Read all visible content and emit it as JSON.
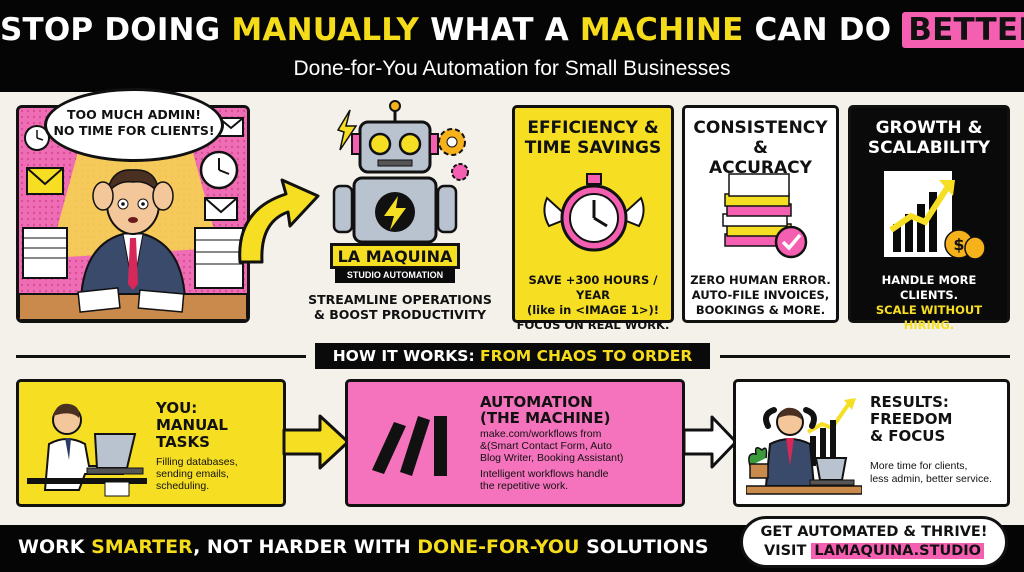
{
  "header": {
    "headline_p1": "STOP DOING ",
    "headline_p2": "MANUALLY",
    "headline_p3": " WHAT A ",
    "headline_p4": "MACHINE",
    "headline_p5": " CAN DO ",
    "headline_p6": "BETTER",
    "subhead": "Done-for-You Automation for Small Businesses"
  },
  "hero": {
    "bubble_line1": "TOO MUCH ADMIN!",
    "bubble_line2": "NO TIME FOR CLIENTS!",
    "brand": "LA MAQUINA",
    "brand_sub": "STUDIO AUTOMATION",
    "caption_line1": "STREAMLINE OPERATIONS",
    "caption_line2": "& BOOST PRODUCTIVITY"
  },
  "benefits": [
    {
      "title_line1": "EFFICIENCY &",
      "title_line2": "TIME SAVINGS",
      "line1": "SAVE +300 HOURS / YEAR",
      "line2": "(like in <IMAGE 1>)!",
      "line3": "FOCUS ON REAL WORK."
    },
    {
      "title_line1": "CONSISTENCY &",
      "title_line2": "ACCURACY",
      "line1": "ZERO HUMAN ERROR.",
      "line2": "AUTO-FILE INVOICES,",
      "line3": "BOOKINGS & MORE."
    },
    {
      "title_line1": "GROWTH &",
      "title_line2": "SCALABILITY",
      "line1": "HANDLE MORE CLIENTS.",
      "line2": "SCALE WITHOUT",
      "line3": "HIRING."
    }
  ],
  "how": {
    "label": "HOW IT WORKS: ",
    "highlight": "FROM CHAOS TO ORDER"
  },
  "steps": [
    {
      "title_line1": "YOU:",
      "title_line2": "MANUAL",
      "title_line3": "TASKS",
      "desc_line1": "Filling databases,",
      "desc_line2": "sending emails,",
      "desc_line3": "scheduling."
    },
    {
      "title_line1": "AUTOMATION",
      "title_line2": "(THE MACHINE)",
      "desc_line1": "make.com/workflows from",
      "desc_line2": "&(Smart Contact Form, Auto",
      "desc_line3": "Blog Writer, Booking Assistant)",
      "desc_line4": "Intelligent workflows handle",
      "desc_line5": "the repetitive work."
    },
    {
      "title_line1": "RESULTS:",
      "title_line2": "FREEDOM",
      "title_line3": "& FOCUS",
      "desc_line1": "More time for clients,",
      "desc_line2": "less admin, better service."
    }
  ],
  "footer": {
    "p1": "WORK ",
    "p2": "SMARTER",
    "p3": ", NOT HARDER WITH ",
    "p4": "DONE-FOR-YOU",
    "p5": " SOLUTIONS",
    "cta_line1": "GET AUTOMATED & THRIVE!",
    "cta_prefix": "VISIT ",
    "cta_url": "LAMAQUINA.STUDIO"
  },
  "colors": {
    "yellow": "#f6df22",
    "pink": "#f572bd",
    "black": "#050505",
    "white": "#ffffff"
  },
  "icons": [
    "envelope-icon",
    "clock-icon",
    "document-stack-icon",
    "robot-icon",
    "lightning-icon",
    "gear-icon",
    "curved-arrow-icon",
    "stopwatch-icon",
    "checkmark-icon",
    "growth-chart-icon",
    "money-bag-icon",
    "arrow-right-icon",
    "make-logo-icon",
    "laptop-icon",
    "plant-icon"
  ]
}
